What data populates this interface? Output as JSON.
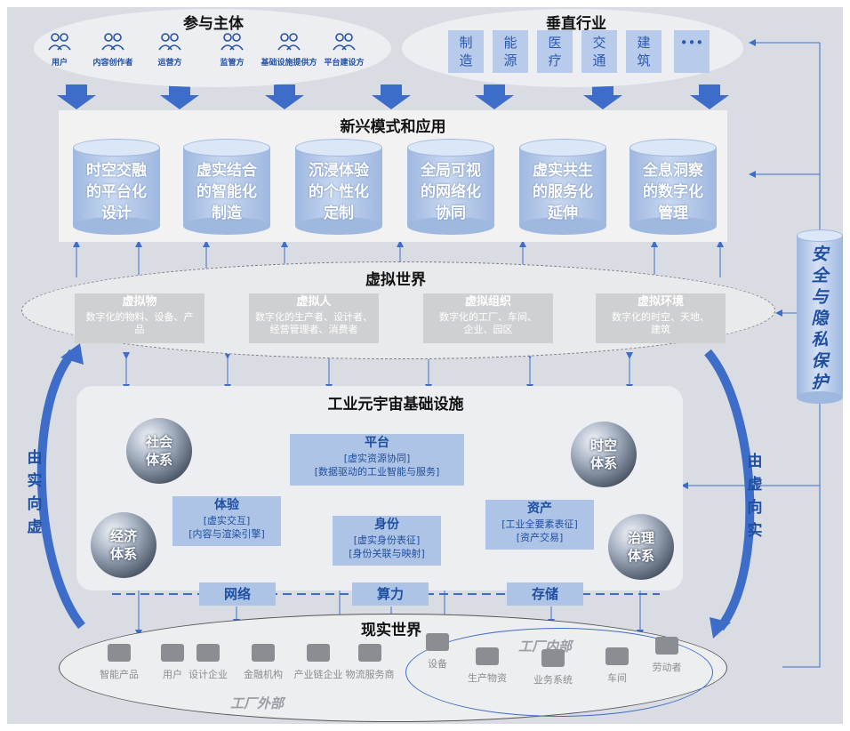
{
  "participants": {
    "title": "参与主体",
    "items": [
      "用户",
      "内容创作者",
      "运营方",
      "监管方",
      "基础设施提供方",
      "平台建设方"
    ]
  },
  "industries": {
    "title": "垂直行业",
    "items": [
      {
        "line1": "制",
        "line2": "造"
      },
      {
        "line1": "能",
        "line2": "源"
      },
      {
        "line1": "医",
        "line2": "疗"
      },
      {
        "line1": "交",
        "line2": "通"
      },
      {
        "line1": "建",
        "line2": "筑"
      },
      {
        "line1": "•••",
        "line2": ""
      }
    ]
  },
  "apps": {
    "title": "新兴模式和应用",
    "items": [
      [
        "时空交融",
        "的平台化",
        "设计"
      ],
      [
        "虚实结合",
        "的智能化",
        "制造"
      ],
      [
        "沉浸体验",
        "的个性化",
        "定制"
      ],
      [
        "全局可视",
        "的网络化",
        "协同"
      ],
      [
        "虚实共生",
        "的服务化",
        "延伸"
      ],
      [
        "全息洞察",
        "的数字化",
        "管理"
      ]
    ]
  },
  "virtual": {
    "title": "虚拟世界",
    "items": [
      {
        "name": "虚拟物",
        "d1": "数字化的物料、设备、产",
        "d2": "品"
      },
      {
        "name": "虚拟人",
        "d1": "数字化的生产者、设计者、",
        "d2": "经营管理者、消费者"
      },
      {
        "name": "虚拟组织",
        "d1": "数字化的工厂、车间、",
        "d2": "企业、园区"
      },
      {
        "name": "虚拟环境",
        "d1": "数字化的时空、天地、",
        "d2": "建筑"
      }
    ]
  },
  "infra": {
    "title": "工业元宇宙基础设施",
    "platform": {
      "name": "平台",
      "d1": "[虚实资源协同]",
      "d2": "[数据驱动的工业智能与服务]"
    },
    "experience": {
      "name": "体验",
      "d1": "[虚实交互]",
      "d2": "[内容与渲染引擎]"
    },
    "identity": {
      "name": "身份",
      "d1": "[虚实身份表征]",
      "d2": "[身份关联与映射]"
    },
    "asset": {
      "name": "资产",
      "d1": "[工业全要素表征]",
      "d2": "[资产交易]"
    },
    "spheres": {
      "social": [
        "社会",
        "体系"
      ],
      "spacetime": [
        "时空",
        "体系"
      ],
      "economy": [
        "经济",
        "体系"
      ],
      "governance": [
        "治理",
        "体系"
      ]
    },
    "bottom": [
      "网络",
      "算力",
      "存储"
    ]
  },
  "real": {
    "title": "现实世界",
    "outside_label": "工厂外部",
    "inside_label": "工厂内部",
    "outside": [
      "智能产品",
      "用户",
      "设计企业",
      "金融机构",
      "产业链企业",
      "物流服务商"
    ],
    "inside": [
      "设备",
      "生产物资",
      "业务系统",
      "车间",
      "劳动者"
    ]
  },
  "side": {
    "left": [
      "由",
      "实",
      "向",
      "虚"
    ],
    "right": [
      "由",
      "虚",
      "向",
      "实"
    ],
    "security": [
      "安",
      "全",
      "与",
      "隐",
      "私",
      "保",
      "护"
    ]
  },
  "colors": {
    "accent": "#3e6cc9",
    "dark_blue": "#1f4fa0",
    "panel": "#d9dde3",
    "tile": "#b8cbea"
  }
}
